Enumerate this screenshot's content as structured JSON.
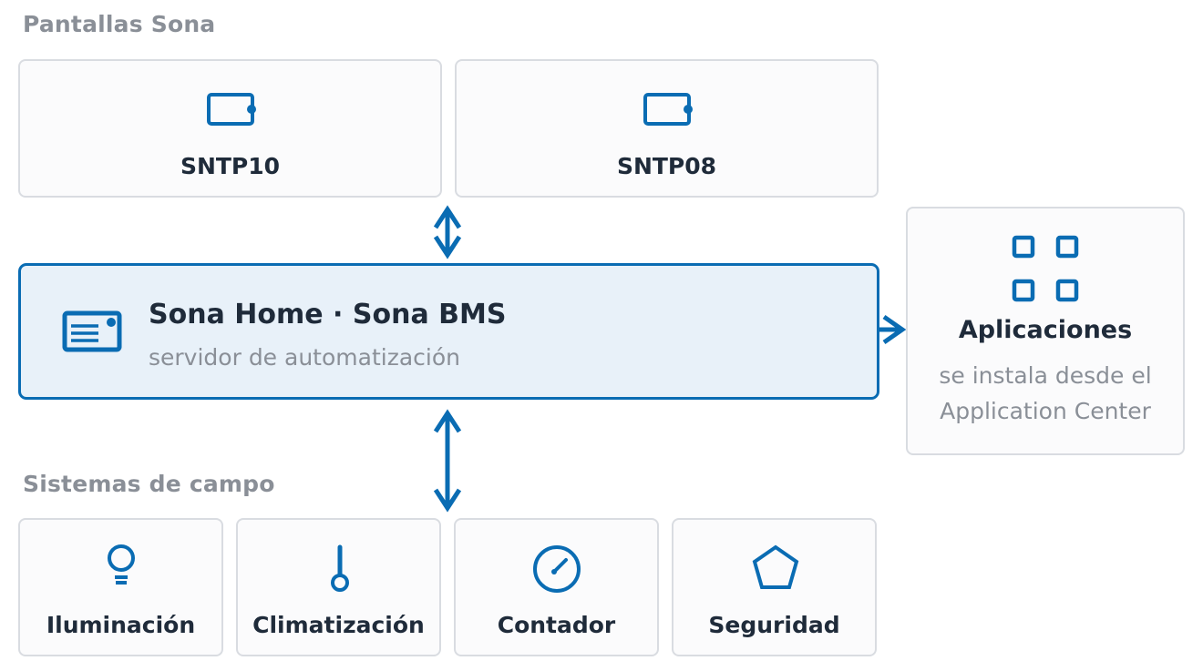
{
  "sections": {
    "screens_label": "Pantallas Sona",
    "field_label": "Sistemas de campo"
  },
  "screens": [
    {
      "label": "SNTP10",
      "icon": "panel-icon"
    },
    {
      "label": "SNTP08",
      "icon": "panel-icon"
    }
  ],
  "hub": {
    "title": "Sona Home · Sona BMS",
    "subtitle": "servidor de automatización",
    "icon": "server-icon"
  },
  "apps": {
    "title": "Aplicaciones",
    "description": "se instala desde el Application Center",
    "icon": "apps-grid-icon"
  },
  "field_systems": [
    {
      "label": "Iluminación",
      "icon": "lightbulb-icon"
    },
    {
      "label": "Climatización",
      "icon": "thermometer-icon"
    },
    {
      "label": "Contador",
      "icon": "gauge-icon"
    },
    {
      "label": "Seguridad",
      "icon": "pentagon-icon"
    }
  ],
  "colors": {
    "accent": "#0a6cb3",
    "hub_background": "#e8f1f9",
    "card_border": "#d9dce1",
    "label_gray": "#8a8f97",
    "text_dark": "#1f2b3a"
  }
}
